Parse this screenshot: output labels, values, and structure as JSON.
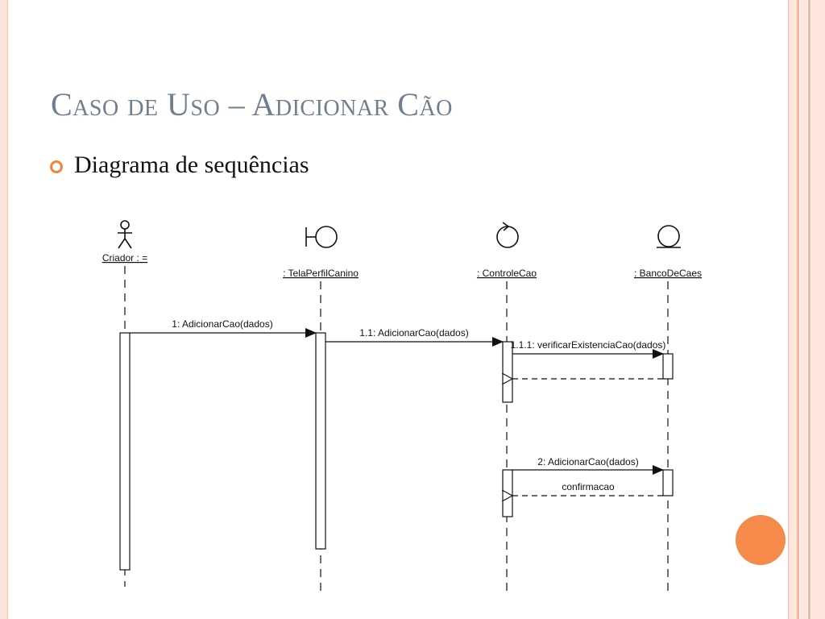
{
  "slide": {
    "title": "Caso de Uso – Adicionar Cão",
    "bullet": "Diagrama de sequências"
  },
  "diagram": {
    "lifelines": [
      {
        "id": "criador",
        "label": "Criador : =",
        "kind": "actor"
      },
      {
        "id": "tela",
        "label": ": TelaPerfilCanino",
        "kind": "boundary"
      },
      {
        "id": "controle",
        "label": ": ControleCao",
        "kind": "control"
      },
      {
        "id": "banco",
        "label": ": BancoDeCaes",
        "kind": "entity"
      }
    ],
    "messages": [
      {
        "label": "1: AdicionarCao(dados)",
        "from": "criador",
        "to": "tela",
        "type": "call"
      },
      {
        "label": "1.1: AdicionarCao(dados)",
        "from": "tela",
        "to": "controle",
        "type": "call"
      },
      {
        "label": "1.1.1: verificarExistenciaCao(dados)",
        "from": "controle",
        "to": "banco",
        "type": "call"
      },
      {
        "label": "",
        "from": "banco",
        "to": "controle",
        "type": "return"
      },
      {
        "label": "2: AdicionarCao(dados)",
        "from": "controle",
        "to": "banco",
        "type": "call"
      },
      {
        "label": "confirmacao",
        "from": "banco",
        "to": "controle",
        "type": "return"
      }
    ]
  },
  "colors": {
    "title": "#6f7f8e",
    "accent": "#f0843c",
    "accent_dot": "#f58a4b",
    "edge_light": "#fde6de",
    "edge_dark": "#f5b5a0"
  }
}
